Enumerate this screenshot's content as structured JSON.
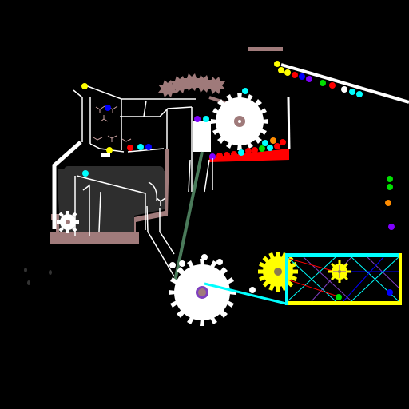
{
  "game": {
    "background": "#000000",
    "palette": {
      "white": "#ffffff",
      "brown": "#a07b7b",
      "pink_gear": "#9f7a7a",
      "dark_fill": "#2e2e2e",
      "red": "#ff0000",
      "cyan": "#00ffff",
      "yellow": "#ffff00",
      "green": "#00e000",
      "blue": "#0000ff",
      "purple": "#7f3fbf",
      "orange": "#ff8c00",
      "teal_rod": "#4a7a5a"
    },
    "ball_colors": [
      "yellow",
      "yellow",
      "yellow",
      "red",
      "blue",
      "purple",
      "green",
      "red",
      "white",
      "cyan",
      "cyan",
      "red",
      "red",
      "red",
      "red",
      "red",
      "green",
      "green",
      "cyan",
      "orange",
      "red",
      "cyan"
    ],
    "icons": [
      "gear-icon",
      "ball-icon",
      "spike-icon",
      "conveyor-icon",
      "ramp-icon",
      "rod-icon",
      "platform-icon"
    ]
  }
}
